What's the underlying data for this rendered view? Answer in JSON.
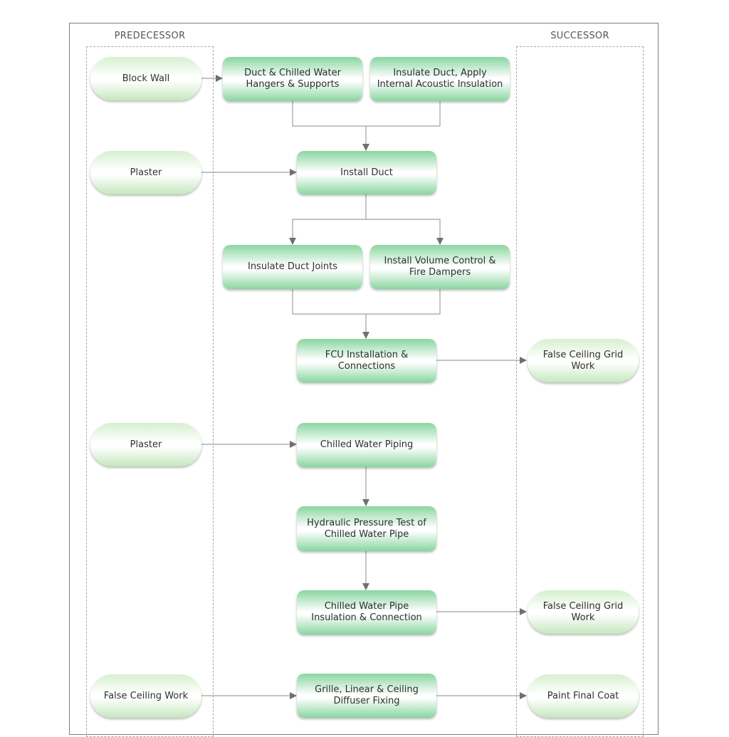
{
  "lanes": {
    "predecessor": "PREDECESSOR",
    "successor": "SUCCESSOR"
  },
  "predecessors": {
    "block_wall": "Block Wall",
    "plaster_1": "Plaster",
    "plaster_2": "Plaster",
    "false_ceiling_work": "False Ceiling Work"
  },
  "tasks": {
    "hangers_supports": "Duct & Chilled Water Hangers & Supports",
    "insulate_duct": "Insulate Duct, Apply Internal Acoustic Insulation",
    "install_duct": "Install Duct",
    "insulate_joints": "Insulate Duct Joints",
    "volume_dampers": "Install Volume Control & Fire Dampers",
    "fcu_installation": "FCU Installation & Connections",
    "chilled_water_piping": "Chilled Water Piping",
    "pressure_test": "Hydraulic Pressure Test of Chilled Water Pipe",
    "pipe_insulation": "Chilled Water Pipe Insulation & Connection",
    "diffuser_fixing": "Grille, Linear & Ceiling Diffuser Fixing"
  },
  "successors": {
    "false_ceiling_grid_1": "False Ceiling Grid Work",
    "false_ceiling_grid_2": "False Ceiling Grid Work",
    "paint_final_coat": "Paint Final Coat"
  },
  "colors": {
    "task_green": "#89d6a0",
    "external_green": "#c5e8bc",
    "connector": "#a0a0a0",
    "arrowhead": "#707070"
  }
}
